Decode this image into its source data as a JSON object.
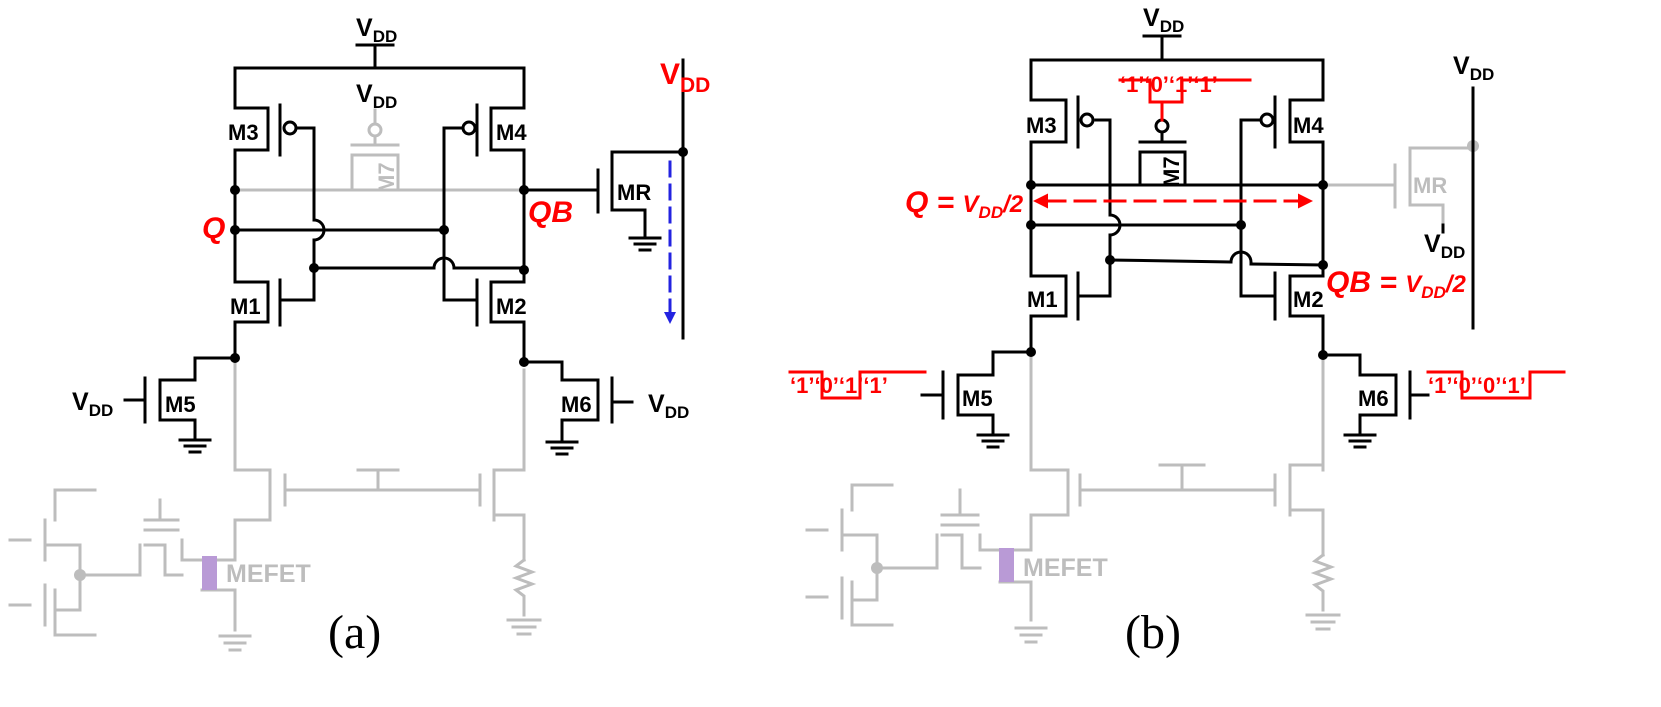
{
  "colors": {
    "wire": "#000000",
    "faded": "#bdbdbd",
    "accent": "#ff0000",
    "discharge": "#2323e0",
    "mefet_fill": "#b99ad6"
  },
  "panel_a": {
    "caption": "(a)",
    "vdd_top": {
      "main": "V",
      "sub": "DD"
    },
    "vdd_m7": {
      "main": "V",
      "sub": "DD"
    },
    "vdd_right": {
      "main": "V",
      "sub": "DD"
    },
    "vdd_m5": {
      "main": "V",
      "sub": "DD"
    },
    "vdd_m6": {
      "main": "V",
      "sub": "DD"
    },
    "m1": "M1",
    "m2": "M2",
    "m3": "M3",
    "m4": "M4",
    "m5": "M5",
    "m6": "M6",
    "m7": "M7",
    "mr": "MR",
    "q": "Q",
    "qb": "QB",
    "mefet": "MEFET"
  },
  "panel_b": {
    "caption": "(b)",
    "vdd_top": {
      "main": "V",
      "sub": "DD"
    },
    "vdd_right_top": {
      "main": "V",
      "sub": "DD"
    },
    "vdd_right_bottom": {
      "main": "V",
      "sub": "DD"
    },
    "m1": "M1",
    "m2": "M2",
    "m3": "M3",
    "m4": "M4",
    "m5": "M5",
    "m6": "M6",
    "m7": "M7",
    "mr": "MR",
    "q_label": {
      "name": "Q = ",
      "main": "V",
      "sub": "DD",
      "tail": "/2"
    },
    "qb_label": {
      "name": "QB = ",
      "main": "V",
      "sub": "DD",
      "tail": "/2"
    },
    "m7_seq": "‘1’‘0’‘1’‘1’",
    "m5_seq": "‘1’‘0’‘1’‘1’",
    "m6_seq": "‘1’‘0’‘0’‘1’",
    "mefet": "MEFET"
  }
}
